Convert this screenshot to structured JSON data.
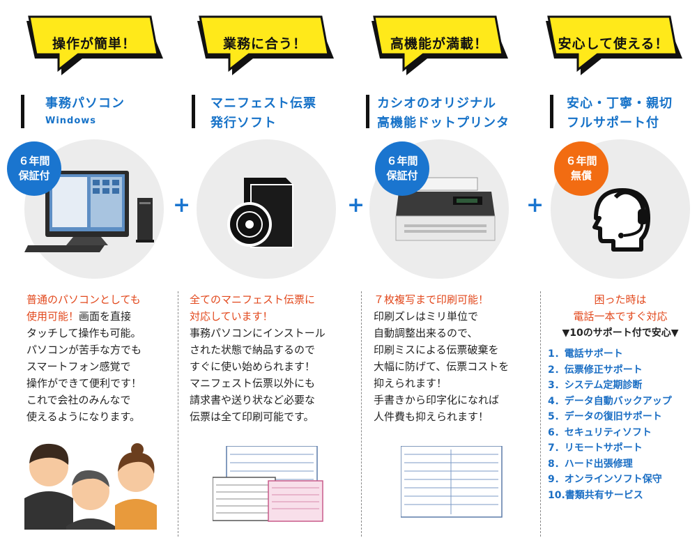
{
  "columns": [
    {
      "bubble": "操作が簡単！",
      "heading": [
        "事務パソコン"
      ],
      "subheading": "Windows",
      "badge": [
        "６年間",
        "保証付"
      ],
      "badge_color": "#1a75cf",
      "body_red": [
        "普通のパソコンとしても",
        "使用可能！"
      ],
      "body_black": [
        "画面を直接",
        "タッチして操作も可能。",
        "パソコンが苦手な方でも",
        "スマートフォン感覚で",
        "操作ができて便利です！",
        "これで会社のみんなで",
        "使えるようになります。"
      ],
      "icon": "computer-icon"
    },
    {
      "bubble": "業務に合う！",
      "heading": [
        "マニフェスト伝票",
        "発行ソフト"
      ],
      "body_red": [
        "全てのマニフェスト伝票に",
        "対応しています！"
      ],
      "body_black": [
        "事務パソコンにインストール",
        "された状態で納品するので",
        "すぐに使い始められます！",
        "マニフェスト伝票以外にも",
        "請求書や送り状など必要な",
        "伝票は全て印刷可能です。"
      ],
      "icon": "software-box-icon"
    },
    {
      "bubble": "高機能が満載！",
      "heading": [
        "カシオのオリジナル",
        "高機能ドットプリンタ"
      ],
      "badge": [
        "６年間",
        "保証付"
      ],
      "badge_color": "#1a75cf",
      "body_red": [
        "７枚複写まで印刷可能！"
      ],
      "body_black": [
        "印刷ズレはミリ単位で",
        "自動調整出来るので、",
        "印刷ミスによる伝票破棄を",
        "大幅に防げて、伝票コストを",
        "抑えられます！",
        "手書きから印字化になれば",
        "人件費も抑えられます！"
      ],
      "icon": "printer-icon"
    },
    {
      "bubble": "安心して使える！",
      "heading": [
        "安心・丁寧・親切",
        "フルサポート付"
      ],
      "badge": [
        "６年間",
        "無償"
      ],
      "badge_color": "#f26c12",
      "body_red": [
        "困った時は",
        "電話一本ですぐ対応"
      ],
      "support_title": "▼10のサポート付で安心▼",
      "support_items": [
        "1．電話サポート",
        "2．伝票修正サポート",
        "3．システム定期診断",
        "4．データ自動バックアップ",
        "5．データの復旧サポート",
        "6．セキュリティソフト",
        "7．リモートサポート",
        "8．ハード出張修理",
        "9．オンラインソフト保守",
        "10.書類共有サービス"
      ],
      "icon": "headset-icon"
    }
  ],
  "plus_sign": "+"
}
